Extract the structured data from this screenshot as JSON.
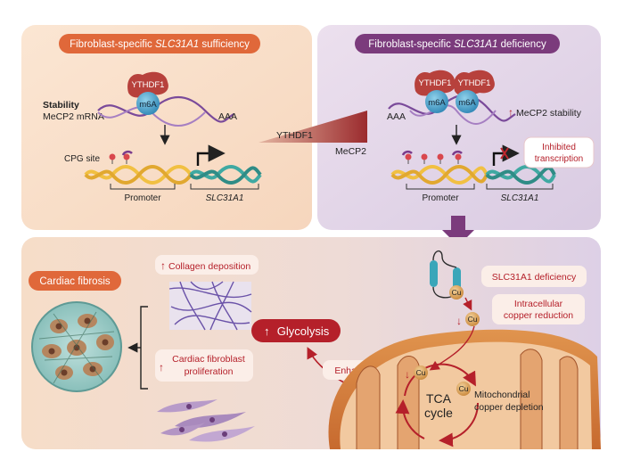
{
  "panels": {
    "left_title_prefix": "Fibroblast-specific ",
    "left_title_gene": "SLC31A1",
    "left_title_suffix": " sufficiency",
    "right_title_prefix": "Fibroblast-specific ",
    "right_title_gene": "SLC31A1",
    "right_title_suffix": " deficiency"
  },
  "left": {
    "stability_label": "Stability",
    "mrna_label": "MeCP2 mRNA",
    "ythdf1": "YTHDF1",
    "m6a": "m6A",
    "poly_a": "AAA",
    "cpg_label": "CPG site",
    "promoter": "Promoter",
    "gene": "SLC31A1"
  },
  "middle": {
    "ythdf1": "YTHDF1",
    "mecp2": "MeCP2"
  },
  "right": {
    "ythdf1_a": "YTHDF1",
    "ythdf1_b": "YTHDF1",
    "m6a_a": "m6A",
    "m6a_b": "m6A",
    "poly_a": "AAA",
    "mecp2_stability": "MeCP2 stability",
    "inhibited_1": "Inhibited",
    "inhibited_2": "transcription",
    "promoter": "Promoter",
    "gene": "SLC31A1"
  },
  "bottom": {
    "cardiac_fibrosis": "Cardiac fibrosis",
    "collagen": "Collagen deposition",
    "prolif_1": "Cardiac fibroblast",
    "prolif_2": "proliferation",
    "glycolysis": "Glycolysis",
    "enhanced": "Enhanced",
    "slc_deficiency": "SLC31A1 deficiency",
    "copper_red_1": "Intracellular",
    "copper_red_2": "copper reduction",
    "tca_1": "TCA",
    "tca_2": "cycle",
    "cu": "Cu",
    "mito_1": "Mitochondrial",
    "mito_2": "copper depletion",
    "up_arrow": "↑",
    "down_arrow": "↓"
  },
  "colors": {
    "left_panel": "#f8dcc3",
    "right_panel": "#e3d5e9",
    "orange_badge": "#e0683a",
    "purple_badge": "#7b3b7c",
    "red_accent": "#b5202a",
    "protein": "#b7413c",
    "m6a": "#3a9bc6",
    "dna_yellow": "#f1c042",
    "dna_teal": "#3fa9a2"
  }
}
